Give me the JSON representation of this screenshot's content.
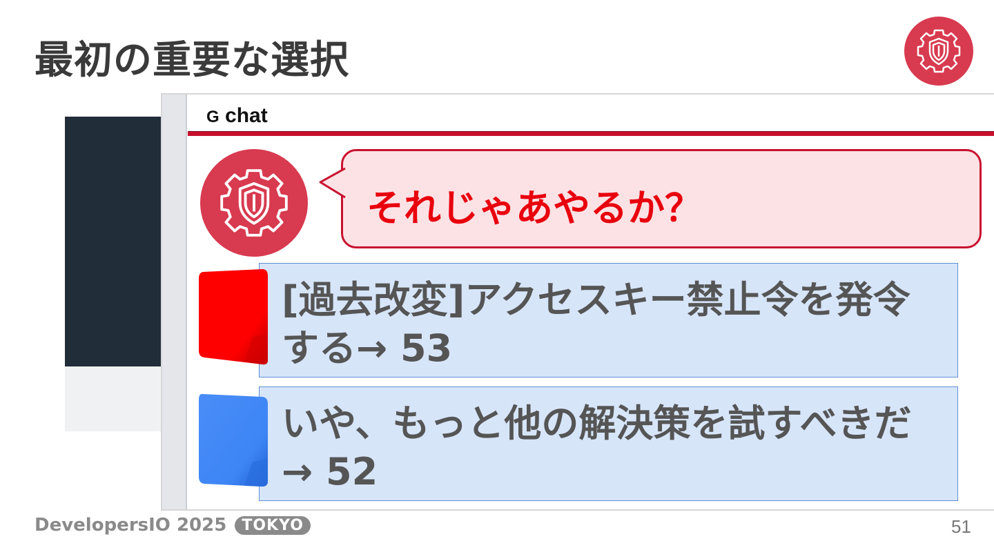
{
  "slide": {
    "title": "最初の重要な選択",
    "page_number": "51"
  },
  "chat": {
    "title_letter": "G",
    "title_word": "chat",
    "bot_message": "それじゃあやるか？"
  },
  "choices": [
    {
      "text": "[過去改変]アクセスキー禁止令を発令する→ 53",
      "key_color": "red"
    },
    {
      "text": "いや、もっと他の解決策を試すべきだ → 52",
      "key_color": "blue"
    }
  ],
  "footer": {
    "brand": "DevelopersIO 2025",
    "badge": "TOKYO"
  },
  "colors": {
    "accent": "#c8102e",
    "logo_red": "#d83a4f",
    "bubble_bg": "#fde2e5",
    "bubble_text": "#e8000d",
    "card_bg": "#d7e5f9",
    "key_red": "#ff0000",
    "key_blue": "#3d85f5"
  },
  "icons": {
    "logo": "shield-gear-icon",
    "bot_avatar": "shield-gear-icon"
  }
}
